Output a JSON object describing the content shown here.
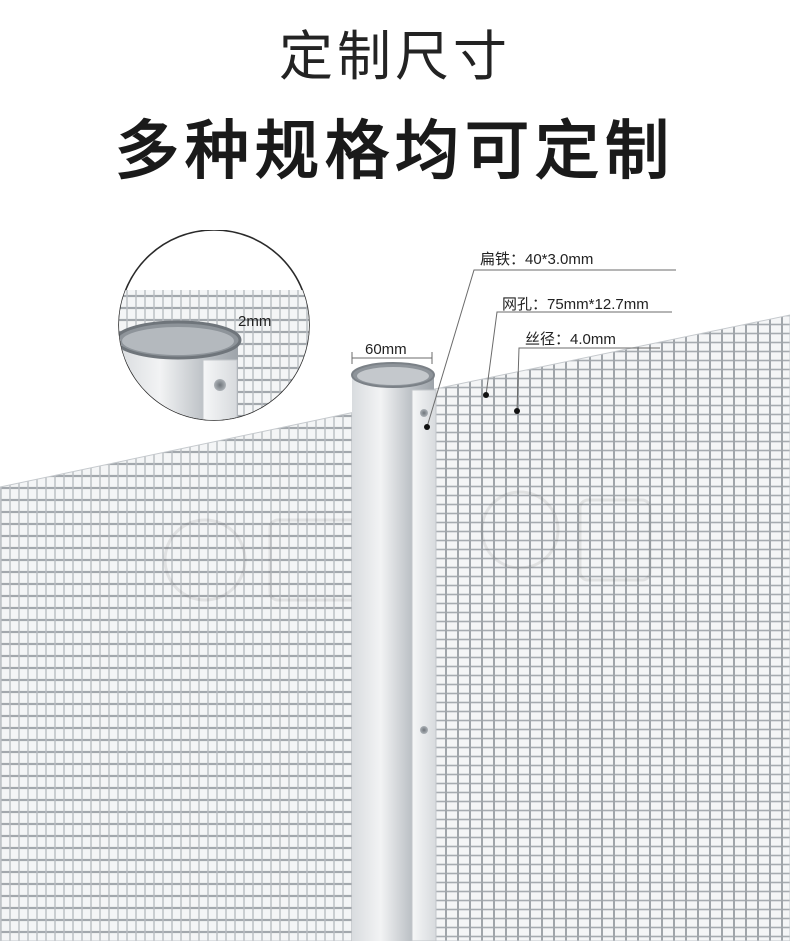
{
  "heading": {
    "title": "定制尺寸",
    "subtitle": "多种规格均可定制"
  },
  "callouts": {
    "wall_thickness": "2mm",
    "post_diameter": "60mm",
    "flat_bar": "扁铁：40*3.0mm",
    "mesh_opening": "网孔：75mm*12.7mm",
    "wire_diameter": "丝径：4.0mm"
  },
  "colors": {
    "mesh_line": "#9aa0a6",
    "post_light": "#e8eaec",
    "post_dark": "#9ca2a8",
    "leader": "#6b6b6b"
  }
}
